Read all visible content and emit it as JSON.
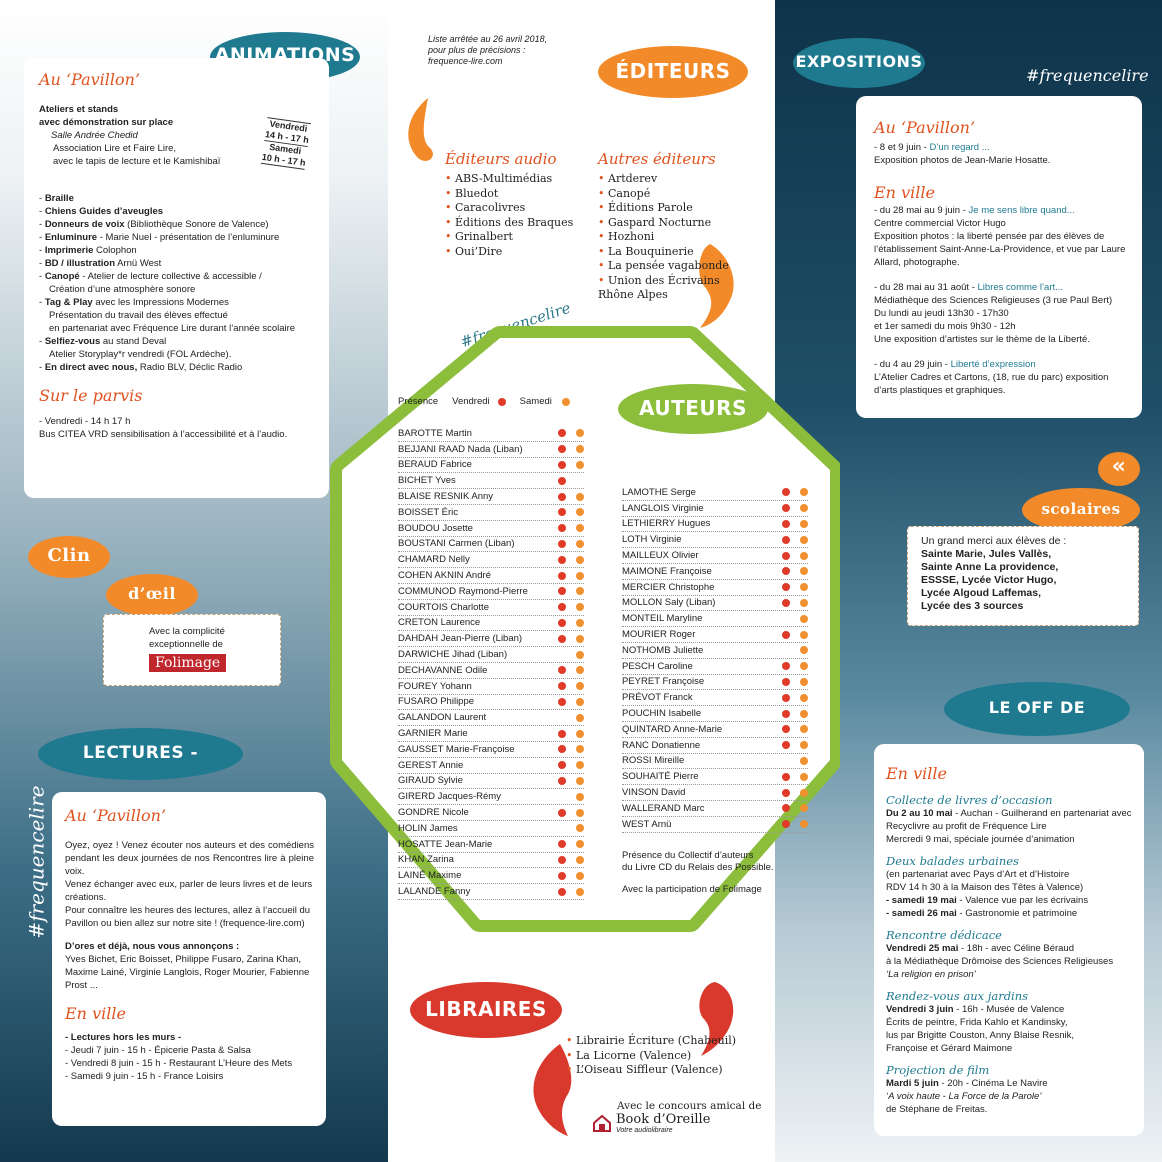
{
  "top_note": [
    "Liste arrêtée au 26 avril 2018,",
    "pour plus de précisions :",
    "frequence-lire.com"
  ],
  "hashtag": "#frequencelire",
  "animations": {
    "title": "ANIMATIONS",
    "pavillon": "Au ‘Pavillon’",
    "ateliers": "Ateliers et stands",
    "ateliers2": "avec démonstration sur place",
    "salle": "Salle Andrée Chedid",
    "salle2": "Association Lire et Faire Lire,",
    "salle3": "avec le tapis de lecture et le Kamishibaï",
    "sched": [
      "Vendredi",
      "14 h - 17 h",
      "Samedi",
      "10 h - 17 h"
    ],
    "items": [
      [
        "Braille",
        ""
      ],
      [
        "Chiens Guides d’aveugles",
        ""
      ],
      [
        "Donneurs de voix",
        " (Bibliothèque Sonore de Valence)"
      ],
      [
        "Enluminure",
        " - Marie Nuel - présentation de l’enluminure"
      ],
      [
        "Imprimerie",
        " Colophon"
      ],
      [
        "BD / illustration",
        " Arnü West"
      ],
      [
        "Canopé",
        " - Atelier de lecture collective & accessible /"
      ],
      [
        "",
        "Création d’une atmosphère sonore"
      ],
      [
        "Tag & Play",
        " avec les Impressions Modernes"
      ],
      [
        "",
        "Présentation du travail des élèves effectué"
      ],
      [
        "",
        "en partenariat avec Fréquence Lire durant l’année scolaire"
      ],
      [
        "Selfiez-vous",
        " au stand Deval"
      ],
      [
        "",
        "Atelier Storyplay*r vendredi (FOL Ardèche)."
      ],
      [
        "En direct avec nous,",
        " Radio BLV, Déclic Radio"
      ]
    ],
    "parvis": "Sur le parvis",
    "parvis1": "- Vendredi - 14 h 17 h",
    "parvis2": "Bus CITEA VRD sensibilisation à l’accessibilité et à l’audio."
  },
  "clin": {
    "a": "Clin",
    "b": "d’œil",
    "c": "Avec la complicité",
    "d": "exceptionnelle de",
    "logo": "Folimage"
  },
  "lectures": {
    "title": "LECTURES - RENCONTRES",
    "pavillon": "Au ‘Pavillon’",
    "p1": "Oyez, oyez ! Venez écouter nos auteurs et des comédiens pendant les deux journées de nos Rencontres lire à pleine voix.",
    "p2": "Venez échanger avec eux, parler de leurs livres et de leurs créations.",
    "p3": "Pour connaître les heures des lectures, allez à l’accueil du Pavillon ou bien allez sur notre site ! (frequence-lire.com)",
    "p4": "D’ores et déjà, nous vous annonçons :",
    "p5": "Yves Bichet, Eric Boisset, Philippe Fusaro, Zarina Khan, Maxime Lainé, Virginie Langlois, Roger Mourier, Fabienne Prost ...",
    "enville": "En ville",
    "hors": "- Lectures hors les murs -",
    "h1": "- Jeudi 7 juin - 15 h - Épicerie Pasta & Salsa",
    "h2": "- Vendredi 8 juin - 15 h - Restaurant L’Heure des Mets",
    "h3": "- Samedi 9 juin - 15 h - France Loisirs"
  },
  "editeurs": {
    "title": "ÉDITEURS",
    "audio_title": "Éditeurs audio",
    "audio": [
      "ABS-Multimédias",
      "Bluedot",
      "Caracolivres",
      "Éditions des Braques",
      "Grinalbert",
      "Oui’Dire"
    ],
    "autres_title": "Autres éditeurs",
    "autres": [
      "Artderev",
      "Canopé",
      "Éditions Parole",
      "Gaspard Nocturne",
      "Hozhoni",
      "La Bouquinerie",
      "La pensée vagabonde",
      "Union des Écrivains"
    ],
    "autres_last": "Rhône Alpes"
  },
  "auteurs": {
    "title": "AUTEURS",
    "presence": "Présence",
    "vendredi": "Vendredi",
    "samedi": "Samedi",
    "col1": [
      [
        "BAROTTE Martin",
        1,
        1
      ],
      [
        "BEJJANI RAAD Nada (Liban)",
        1,
        1
      ],
      [
        "BERAUD Fabrice",
        1,
        1
      ],
      [
        "BICHET Yves",
        1,
        0
      ],
      [
        "BLAISE RESNIK Anny",
        1,
        1
      ],
      [
        "BOISSET Éric",
        1,
        1
      ],
      [
        "BOUDOU Josette",
        1,
        1
      ],
      [
        "BOUSTANI Carmen (Liban)",
        1,
        1
      ],
      [
        "CHAMARD Nelly",
        1,
        1
      ],
      [
        "COHEN AKNIN André",
        1,
        1
      ],
      [
        "COMMUNOD Raymond-Pierre",
        1,
        1
      ],
      [
        "COURTOIS Charlotte",
        1,
        1
      ],
      [
        "CRETON Laurence",
        1,
        1
      ],
      [
        "DAHDAH Jean-Pierre (Liban)",
        1,
        1
      ],
      [
        "DARWICHE Jihad (Liban)",
        0,
        1
      ],
      [
        "DECHAVANNE Odile",
        1,
        1
      ],
      [
        "FOUREY Yohann",
        1,
        1
      ],
      [
        "FUSARO Philippe",
        1,
        1
      ],
      [
        "GALANDON Laurent",
        0,
        1
      ],
      [
        "GARNIER Marie",
        1,
        1
      ],
      [
        "GAUSSET Marie-Françoise",
        1,
        1
      ],
      [
        "GEREST Annie",
        1,
        1
      ],
      [
        "GIRAUD Sylvie",
        1,
        1
      ],
      [
        "GIRERD Jacques-Rémy",
        0,
        1
      ],
      [
        "GONDRE Nicole",
        1,
        1
      ],
      [
        "HOLIN James",
        0,
        1
      ],
      [
        "HOSATTE Jean-Marie",
        1,
        1
      ],
      [
        "KHAN Zarina",
        1,
        1
      ],
      [
        "LAINÉ Maxime",
        1,
        1
      ],
      [
        "LALANDE Fanny",
        1,
        1
      ]
    ],
    "col2": [
      [
        "LAMOTHE Serge",
        1,
        1
      ],
      [
        "LANGLOIS Virginie",
        1,
        1
      ],
      [
        "LETHIERRY Hugues",
        1,
        1
      ],
      [
        "LOTH Virginie",
        1,
        1
      ],
      [
        "MAILLEUX Olivier",
        1,
        1
      ],
      [
        "MAIMONE Françoise",
        1,
        1
      ],
      [
        "MERCIER Christophe",
        1,
        1
      ],
      [
        "MOLLON Saly (Liban)",
        1,
        1
      ],
      [
        "MONTEIL Maryline",
        0,
        1
      ],
      [
        "MOURIER Roger",
        1,
        1
      ],
      [
        "NOTHOMB Juliette",
        0,
        1
      ],
      [
        "PESCH Caroline",
        1,
        1
      ],
      [
        "PEYRET Françoise",
        1,
        1
      ],
      [
        "PRÉVOT Franck",
        1,
        1
      ],
      [
        "POUCHIN Isabelle",
        1,
        1
      ],
      [
        "QUINTARD Anne-Marie",
        1,
        1
      ],
      [
        "RANC Donatienne",
        1,
        1
      ],
      [
        "ROSSI Mireille",
        0,
        1
      ],
      [
        "SOUHAITÉ Pierre",
        1,
        1
      ],
      [
        "VINSON David",
        1,
        1
      ],
      [
        "WALLERAND Marc",
        1,
        1
      ],
      [
        "WEST Arnü",
        1,
        1
      ]
    ],
    "note1": "Présence du Collectif d’auteurs",
    "note2": "du Livre CD du Relais des Possible.",
    "note3": "Avec la participation de Folimage"
  },
  "libraires": {
    "title": "LIBRAIRES",
    "items": [
      "Librairie Écriture (Chabeuil)",
      "La Licorne (Valence)",
      "L’Oiseau Siffleur (Valence)"
    ],
    "concours": "Avec le concours amical de",
    "book": "Book d’Oreille",
    "book_sub": "Votre audiolibraire"
  },
  "expositions": {
    "title": "EXPOSITIONS",
    "pavillon": "Au ‘Pavillon’",
    "p1a": "- 8 et 9 juin - ",
    "p1b": "D’un regard ...",
    "p1c": "Exposition photos de Jean-Marie Hosatte.",
    "enville": "En ville",
    "e1a": "- du 28 mai au 9 juin - ",
    "e1b": "Je me sens libre quand...",
    "e1c": "Centre commercial Victor Hugo",
    "e1d": "Exposition photos : la liberté pensée par des élèves de l’établissement Saint-Anne-La-Providence, et vue par Laure Allard, photographe.",
    "e2a": "- du 28  mai au 31 août - ",
    "e2b": "Libres comme l’art...",
    "e2c": "Médiathèque des Sciences Religieuses (3 rue Paul Bert)",
    "e2d": "Du lundi au jeudi 13h30 - 17h30",
    "e2e": "et  1er samedi du mois 9h30 - 12h",
    "e2f": "Une exposition d’artistes sur le thème de la Liberté.",
    "e3a": "- du 4 au 29 juin - ",
    "e3b": "Liberté d’expression",
    "e3c": "L’Atelier Cadres et Cartons, (18, rue du parc) exposition d’arts plastiques et graphiques."
  },
  "scolaires": {
    "title": "scolaires",
    "quote": "«",
    "intro": "Un grand merci aux élèves de :",
    "lines": [
      "Sainte Marie, Jules Vallès,",
      "Sainte Anne La providence,",
      "ESSSE, Lycée Victor Hugo,",
      "Lycée Algoud Laffemas,",
      "Lycée des 3 sources"
    ]
  },
  "agenda": {
    "title": "LE OFF DE L’AGENDA",
    "enville": "En ville",
    "s1t": "Collecte de livres d’occasion",
    "s1a": "Du 2 au 10 mai",
    "s1b": " - Auchan - Guilherand en partenariat avec Recyclivre au profit de Fréquence Lire",
    "s1c": "Mercredi 9 mai, spéciale journée d’animation",
    "s2t": "Deux balades urbaines",
    "s2a": "(en partenariat avec Pays d’Art et d’Histoire",
    "s2b": "RDV 14 h 30 à la Maison des Têtes à Valence)",
    "s2c": "- samedi 19 mai",
    "s2d": " - Valence vue par les écrivains",
    "s2e": "- samedi 26 mai",
    "s2f": " - Gastronomie et patrimoine",
    "s3t": "Rencontre dédicace",
    "s3a": "Vendredi 25 mai",
    "s3b": " - 18h - avec Céline Béraud",
    "s3c": "à la Médiathèque Drômoise des Sciences Religieuses",
    "s3d": "‘La religion en prison’",
    "s4t": "Rendez-vous aux jardins",
    "s4a": "Vendredi 3 juin",
    "s4b": " - 16h - Musée de Valence",
    "s4c": "Écrits de peintre, Frida Kahlo et Kandinsky,",
    "s4d": "lus par Brigitte Couston, Anny Blaise Resnik,",
    "s4e": "Françoise et Gérard Maimone",
    "s5t": "Projection de film",
    "s5a": "Mardi 5 juin",
    "s5b": " - 20h - Cinéma Le Navire",
    "s5c": "‘A voix haute - La Force de la Parole’",
    "s5d": "de Stéphane de Freitas."
  },
  "colors": {
    "teal": "#1f7a90",
    "orange": "#f28a2a",
    "red": "#d9382c",
    "green": "#8cbe3c",
    "navy": "#0e3349"
  }
}
